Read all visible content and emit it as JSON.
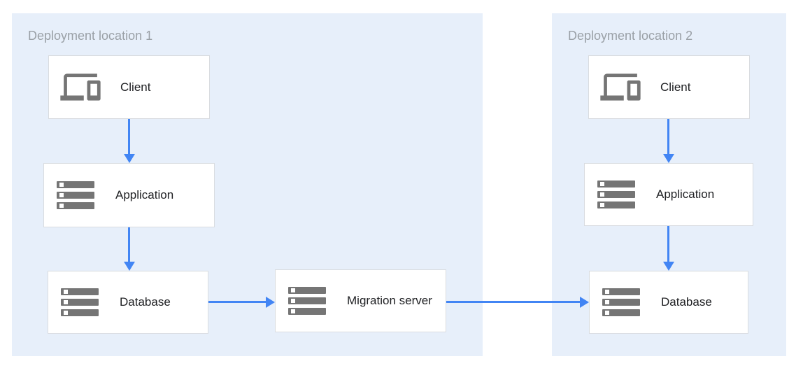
{
  "diagram": {
    "locations": [
      {
        "title": "Deployment location 1",
        "nodes": [
          {
            "label": "Client",
            "icon": "devices-icon"
          },
          {
            "label": "Application",
            "icon": "server-stack-icon"
          },
          {
            "label": "Database",
            "icon": "server-stack-icon"
          },
          {
            "label": "Migration server",
            "icon": "server-stack-icon"
          }
        ]
      },
      {
        "title": "Deployment location 2",
        "nodes": [
          {
            "label": "Client",
            "icon": "devices-icon"
          },
          {
            "label": "Application",
            "icon": "server-stack-icon"
          },
          {
            "label": "Database",
            "icon": "server-stack-icon"
          }
        ]
      }
    ],
    "connections": [
      {
        "from": "Client",
        "to": "Application",
        "location": "Deployment location 1"
      },
      {
        "from": "Application",
        "to": "Database",
        "location": "Deployment location 1"
      },
      {
        "from": "Database",
        "to": "Migration server",
        "location": "Deployment location 1"
      },
      {
        "from": "Migration server",
        "to": "Database",
        "location": "Deployment location 2"
      },
      {
        "from": "Client",
        "to": "Application",
        "location": "Deployment location 2"
      },
      {
        "from": "Application",
        "to": "Database",
        "location": "Deployment location 2"
      }
    ],
    "colors": {
      "zone_background": "#e7effa",
      "node_background": "#ffffff",
      "node_border": "#d9dce0",
      "title_text": "#9aa0a6",
      "label_text": "#202124",
      "icon_gray": "#757575",
      "arrow_blue": "#4285f4"
    }
  }
}
